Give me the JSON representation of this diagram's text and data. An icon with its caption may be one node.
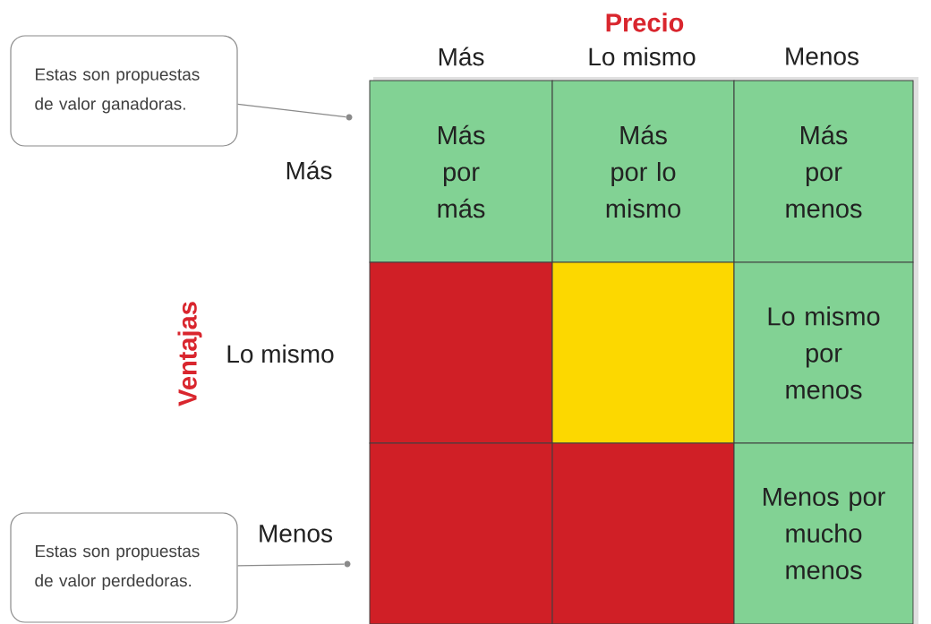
{
  "diagram": {
    "nodes": [
      {
        "text": [
          "Estas son propuestas de valor ganadoras."
        ]
      },
      {
        "text": [
          "Más por más"
        ]
      },
      {
        "text": [
          "Más por lo mismo"
        ]
      },
      {
        "text": [
          "Más por menos"
        ]
      },
      {
        "text": [],
        "shape": "box"
      },
      {
        "text": [],
        "shape": "box"
      },
      {
        "text": [
          "Lo mismo por menos"
        ]
      },
      {
        "text": [],
        "shape": "box"
      },
      {
        "text": [],
        "shape": "box"
      },
      {
        "text": [
          "Menos por mucho menos"
        ]
      },
      {
        "text": [
          "Estas son propuestas de valor perdedoras."
        ]
      },
      {
        "text": [],
        "shape": "circle"
      },
      {
        "text": [],
        "shape": "circle"
      }
    ],
    "edges": [
      {
        "from": 0,
        "to": 11,
        "arrow": "none"
      },
      {
        "from": 10,
        "to": 12,
        "arrow": "none"
      }
    ],
    "labels": [
      "Precio",
      "Más",
      "Lo mismo",
      "Menos",
      "Más",
      "Ventajas",
      "Lo mismo",
      "Menos"
    ]
  }
}
